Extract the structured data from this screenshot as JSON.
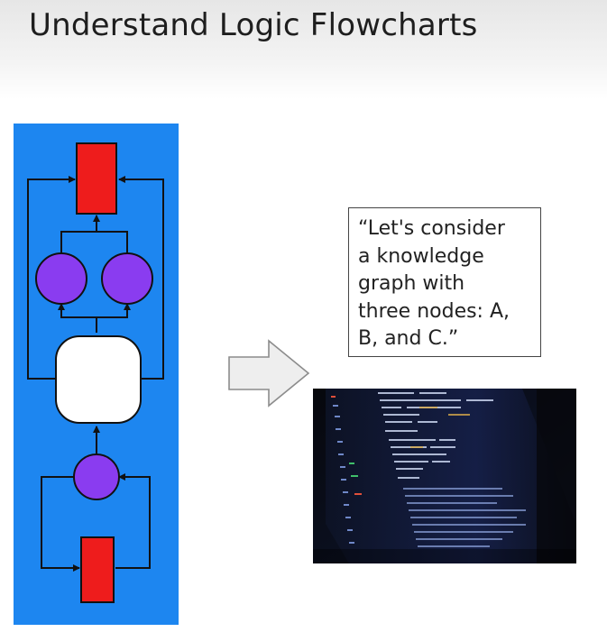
{
  "slide": {
    "title": "Understand Logic Flowcharts"
  },
  "quote": {
    "text": "“Let's consider\na knowledge\ngraph with\nthree nodes: A,\nB, and C.”"
  },
  "colors": {
    "flowchart_background": "#1d86f0",
    "rectangle_node": "#ee1c1c",
    "circle_node": "#8a3cf0",
    "rounded_node": "#ffffff",
    "edge": "#111111",
    "arrow_fill": "#eeeeee",
    "arrow_stroke": "#8c8c8c"
  },
  "icons": {
    "transition": "right-arrow-icon",
    "photo": "code-screen-photo"
  }
}
